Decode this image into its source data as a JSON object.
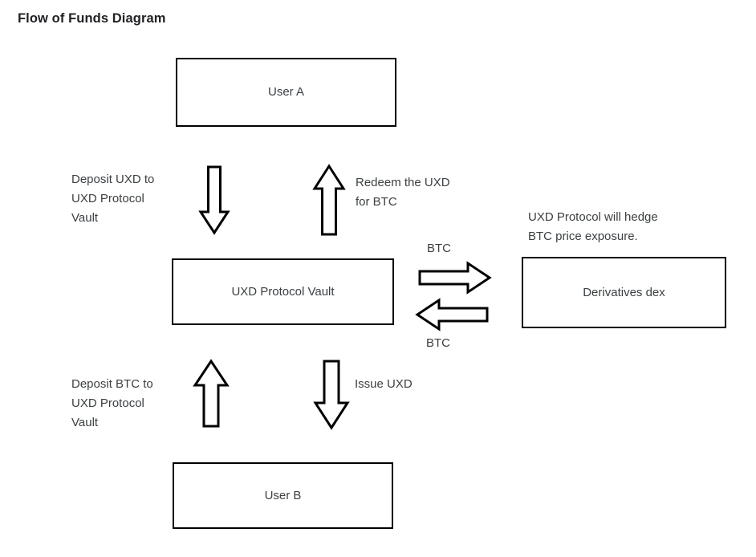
{
  "page": {
    "title": "Flow of Funds Diagram",
    "background_color": "#ffffff",
    "stroke_color": "#000000",
    "text_color": "#3c4043"
  },
  "nodes": [
    {
      "id": "user-a",
      "label": "User A"
    },
    {
      "id": "vault",
      "label": "UXD Protocol Vault"
    },
    {
      "id": "dex",
      "label": "Derivatives dex"
    },
    {
      "id": "user-b",
      "label": "User B"
    }
  ],
  "captions": {
    "deposit_uxd": "Deposit UXD to\nUXD Protocol\nVault",
    "redeem_uxd": "Redeem the UXD\nfor BTC",
    "hedge": "UXD Protocol will hedge\nBTC price exposure.",
    "btc_top": "BTC",
    "btc_bottom": "BTC",
    "deposit_btc": "Deposit BTC to\nUXD Protocol\nVault",
    "issue_uxd": "Issue UXD"
  },
  "arrows": [
    {
      "id": "deposit-uxd-arrow",
      "direction": "down",
      "from": "user-a",
      "to": "vault",
      "label": "Deposit UXD to UXD Protocol Vault"
    },
    {
      "id": "redeem-uxd-arrow",
      "direction": "up",
      "from": "vault",
      "to": "user-a",
      "label": "Redeem the UXD for BTC"
    },
    {
      "id": "btc-right-arrow",
      "direction": "right",
      "from": "vault",
      "to": "dex",
      "label": "BTC"
    },
    {
      "id": "btc-left-arrow",
      "direction": "left",
      "from": "dex",
      "to": "vault",
      "label": "BTC"
    },
    {
      "id": "deposit-btc-arrow",
      "direction": "up",
      "from": "user-b",
      "to": "vault",
      "label": "Deposit BTC to UXD Protocol Vault"
    },
    {
      "id": "issue-uxd-arrow",
      "direction": "down",
      "from": "vault",
      "to": "user-b",
      "label": "Issue UXD"
    }
  ]
}
